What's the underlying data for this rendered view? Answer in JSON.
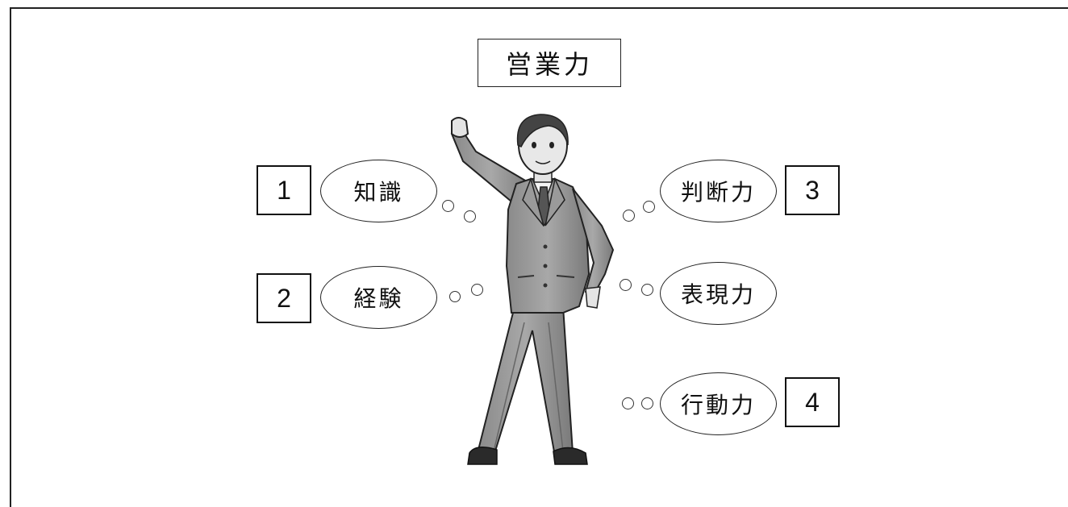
{
  "title": "営業力",
  "skills": {
    "knowledge": {
      "label": "知識",
      "number": "1"
    },
    "experience": {
      "label": "経験",
      "number": "2"
    },
    "judgment": {
      "label": "判断力",
      "number": "3"
    },
    "expression": {
      "label": "表現力"
    },
    "action": {
      "label": "行動力",
      "number": "4"
    }
  },
  "illustration": "businessman-raising-fist-icon"
}
